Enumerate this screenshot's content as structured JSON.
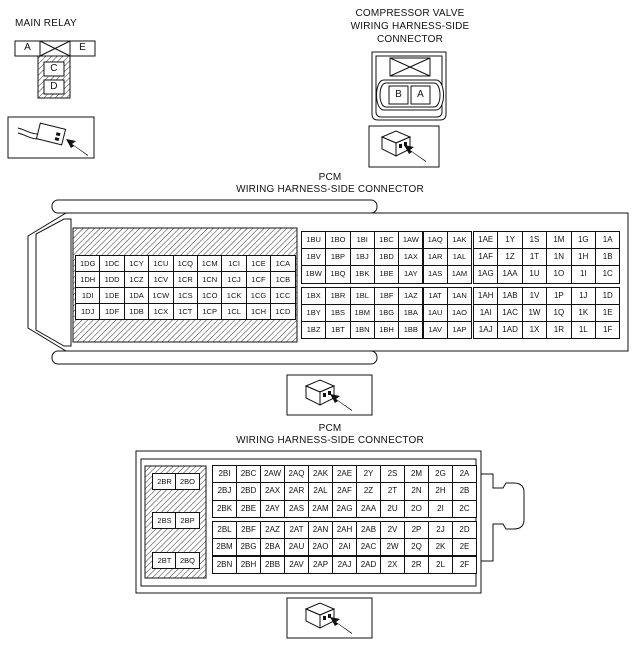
{
  "main_relay": {
    "title": "MAIN RELAY",
    "terminals": [
      "A",
      "E",
      "C",
      "D"
    ]
  },
  "compressor": {
    "title_lines": [
      "COMPRESSOR VALVE",
      "WIRING HARNESS-SIDE",
      "CONNECTOR"
    ],
    "terminals": [
      "B",
      "A"
    ]
  },
  "pcm1": {
    "title_lines": [
      "PCM",
      "WIRING HARNESS-SIDE CONNECTOR"
    ],
    "grid_left": [
      [
        "1DG",
        "1DC",
        "1CY",
        "1CU",
        "1CQ",
        "1CM",
        "1CI",
        "1CE",
        "1CA"
      ],
      [
        "1DH",
        "1DD",
        "1CZ",
        "1CV",
        "1CR",
        "1CN",
        "1CJ",
        "1CF",
        "1CB"
      ],
      [
        "1DI",
        "1DE",
        "1DA",
        "1CW",
        "1CS",
        "1CO",
        "1CK",
        "1CG",
        "1CC"
      ],
      [
        "1DJ",
        "1DF",
        "1DB",
        "1CX",
        "1CT",
        "1CP",
        "1CL",
        "1CH",
        "1CD"
      ]
    ],
    "grid_mid": [
      [
        "1BU",
        "1BO",
        "1BI",
        "1BC",
        "1AW",
        "1AQ",
        "1AK"
      ],
      [
        "1BV",
        "1BP",
        "1BJ",
        "1BD",
        "1AX",
        "1AR",
        "1AL"
      ],
      [
        "1BW",
        "1BQ",
        "1BK",
        "1BE",
        "1AY",
        "1AS",
        "1AM"
      ],
      [
        "1BX",
        "1BR",
        "1BL",
        "1BF",
        "1AZ",
        "1AT",
        "1AN"
      ],
      [
        "1BY",
        "1BS",
        "1BM",
        "1BG",
        "1BA",
        "1AU",
        "1AO"
      ],
      [
        "1BZ",
        "1BT",
        "1BN",
        "1BH",
        "1BB",
        "1AV",
        "1AP"
      ]
    ],
    "grid_right": [
      [
        "1AE",
        "1Y",
        "1S",
        "1M",
        "1G",
        "1A"
      ],
      [
        "1AF",
        "1Z",
        "1T",
        "1N",
        "1H",
        "1B"
      ],
      [
        "1AG",
        "1AA",
        "1U",
        "1O",
        "1I",
        "1C"
      ],
      [
        "1AH",
        "1AB",
        "1V",
        "1P",
        "1J",
        "1D"
      ],
      [
        "1AI",
        "1AC",
        "1W",
        "1Q",
        "1K",
        "1E"
      ],
      [
        "1AJ",
        "1AD",
        "1X",
        "1R",
        "1L",
        "1F"
      ]
    ]
  },
  "pcm2": {
    "title_lines": [
      "PCM",
      "WIRING HARNESS-SIDE CONNECTOR"
    ],
    "grid_left": [
      [
        "2BR",
        "2BO"
      ],
      [
        "2BS",
        "2BP"
      ],
      [
        "2BT",
        "2BQ"
      ]
    ],
    "grid_main": [
      [
        "2BI",
        "2BC",
        "2AW",
        "2AQ",
        "2AK",
        "2AE",
        "2Y",
        "2S",
        "2M",
        "2G",
        "2A"
      ],
      [
        "2BJ",
        "2BD",
        "2AX",
        "2AR",
        "2AL",
        "2AF",
        "2Z",
        "2T",
        "2N",
        "2H",
        "2B"
      ],
      [
        "2BK",
        "2BE",
        "2AY",
        "2AS",
        "2AM",
        "2AG",
        "2AA",
        "2U",
        "2O",
        "2I",
        "2C"
      ],
      [
        "2BL",
        "2BF",
        "2AZ",
        "2AT",
        "2AN",
        "2AH",
        "2AB",
        "2V",
        "2P",
        "2J",
        "2D"
      ],
      [
        "2BM",
        "2BG",
        "2BA",
        "2AU",
        "2AO",
        "2AI",
        "2AC",
        "2W",
        "2Q",
        "2K",
        "2E"
      ],
      [
        "2BN",
        "2BH",
        "2BB",
        "2AV",
        "2AP",
        "2AJ",
        "2AD",
        "2X",
        "2R",
        "2L",
        "2F"
      ]
    ]
  }
}
